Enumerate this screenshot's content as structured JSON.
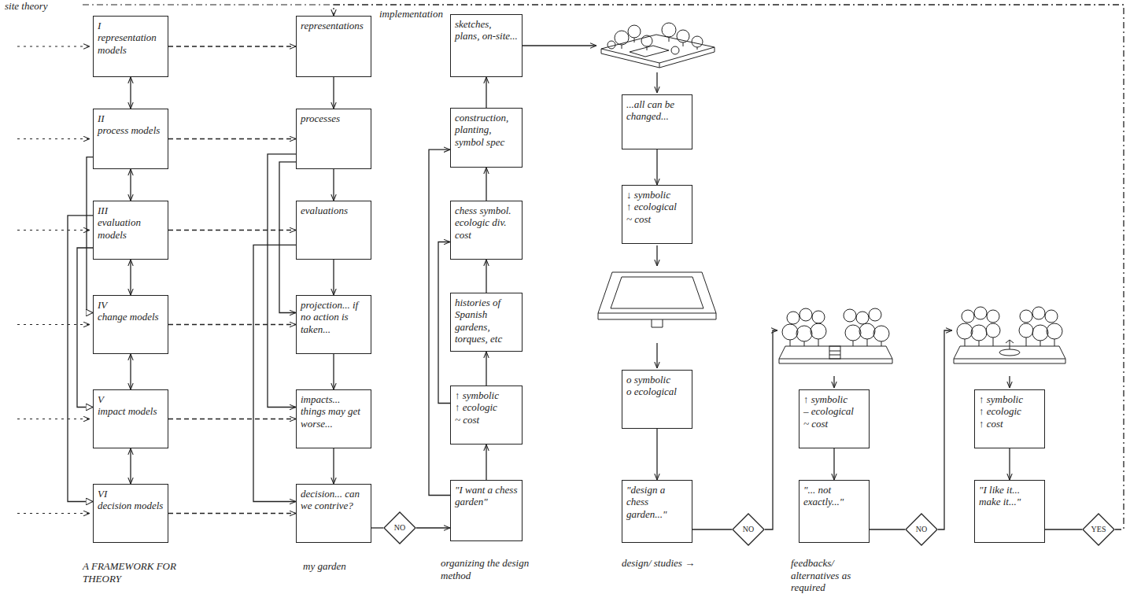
{
  "diagram": {
    "nodes": [
      {
        "text": [
          "I",
          "representation models"
        ]
      },
      {
        "text": [
          "II",
          "process models"
        ]
      },
      {
        "text": [
          "III",
          "evaluation models"
        ]
      },
      {
        "text": [
          "IV",
          "change models"
        ]
      },
      {
        "text": [
          "V",
          "impact models"
        ]
      },
      {
        "text": [
          "VI",
          "decision models"
        ]
      },
      {
        "text": [
          "representations"
        ]
      },
      {
        "text": [
          "processes"
        ]
      },
      {
        "text": [
          "evaluations"
        ]
      },
      {
        "text": [
          "projection... if no action is taken..."
        ]
      },
      {
        "text": [
          "impacts... things may get worse..."
        ]
      },
      {
        "text": [
          "decision... can we contrive?"
        ]
      },
      {
        "text": [
          "NO"
        ]
      },
      {
        "text": [
          "sketches, plans, on-site..."
        ]
      },
      {
        "text": [
          "construction, planting, symbol spec"
        ]
      },
      {
        "text": [
          "chess symbol. ecologic div. cost"
        ]
      },
      {
        "text": [
          "histories of Spanish gardens, torques, etc"
        ]
      },
      {
        "text": [
          "↑ symbolic",
          "↑ ecologic",
          "~ cost"
        ]
      },
      {
        "text": [
          "\"I want a chess garden\""
        ]
      },
      {
        "text": [
          "...all can be changed..."
        ]
      },
      {
        "text": [
          "↓ symbolic",
          "↑ ecological",
          "~ cost"
        ]
      },
      {
        "text": [
          "o symbolic",
          "o ecological"
        ]
      },
      {
        "text": [
          "\"design a chess garden...\""
        ]
      },
      {
        "text": [
          "NO"
        ]
      },
      {
        "text": [
          "↑ symbolic",
          "– ecological",
          "~ cost"
        ]
      },
      {
        "text": [
          "\"... not exactly...\""
        ]
      },
      {
        "text": [
          "NO"
        ]
      },
      {
        "text": [
          "↑ symbolic",
          "↑ ecologic",
          "↑ cost"
        ]
      },
      {
        "text": [
          "\"I like it... make it...\""
        ]
      },
      {
        "text": [
          "YES"
        ]
      }
    ],
    "edges": [
      {
        "from": 0,
        "to": 1,
        "arrow": "both"
      },
      {
        "from": 1,
        "to": 2,
        "arrow": "both"
      },
      {
        "from": 2,
        "to": 3,
        "arrow": "both"
      },
      {
        "from": 3,
        "to": 4,
        "arrow": "both"
      },
      {
        "from": 4,
        "to": 5,
        "arrow": "both"
      },
      {
        "from": 1,
        "to": 3,
        "arrow": "to"
      },
      {
        "from": 2,
        "to": 4,
        "arrow": "to"
      },
      {
        "from": 2,
        "to": 5,
        "arrow": "to"
      },
      {
        "from": 0,
        "to": 6,
        "arrow": "to"
      },
      {
        "from": 1,
        "to": 7,
        "arrow": "to"
      },
      {
        "from": 2,
        "to": 8,
        "arrow": "to"
      },
      {
        "from": 3,
        "to": 9,
        "arrow": "to"
      },
      {
        "from": 4,
        "to": 10,
        "arrow": "to"
      },
      {
        "from": 5,
        "to": 11,
        "arrow": "to"
      },
      {
        "from": 6,
        "to": 7,
        "arrow": "to"
      },
      {
        "from": 7,
        "to": 8,
        "arrow": "to"
      },
      {
        "from": 8,
        "to": 9,
        "arrow": "to"
      },
      {
        "from": 9,
        "to": 10,
        "arrow": "to"
      },
      {
        "from": 10,
        "to": 11,
        "arrow": "to"
      },
      {
        "from": 7,
        "to": 9,
        "arrow": "to"
      },
      {
        "from": 7,
        "to": 10,
        "arrow": "to"
      },
      {
        "from": 8,
        "to": 11,
        "arrow": "to"
      },
      {
        "from": 11,
        "to": 12,
        "arrow": "none"
      },
      {
        "from": 12,
        "to": 18,
        "arrow": "to"
      },
      {
        "from": 18,
        "to": 17,
        "arrow": "to"
      },
      {
        "from": 17,
        "to": 16,
        "arrow": "to"
      },
      {
        "from": 16,
        "to": 15,
        "arrow": "to"
      },
      {
        "from": 15,
        "to": 14,
        "arrow": "to"
      },
      {
        "from": 14,
        "to": 13,
        "arrow": "to"
      },
      {
        "from": 18,
        "to": 14,
        "arrow": "to"
      },
      {
        "from": 17,
        "to": 15,
        "arrow": "to"
      },
      {
        "from": 19,
        "to": 20,
        "arrow": "to"
      },
      {
        "from": 21,
        "to": 22,
        "arrow": "to"
      },
      {
        "from": 22,
        "to": 23,
        "arrow": "none"
      },
      {
        "from": 24,
        "to": 25,
        "arrow": "to"
      },
      {
        "from": 25,
        "to": 26,
        "arrow": "none"
      },
      {
        "from": 27,
        "to": 28,
        "arrow": "to"
      },
      {
        "from": 28,
        "to": 29,
        "arrow": "none"
      },
      {
        "from": 29,
        "to": 6,
        "arrow": "to",
        "label": "implementation"
      }
    ],
    "labels": [
      "site theory",
      "A FRAMEWORK FOR THEORY",
      "my garden",
      "organizing the design method",
      "design/ studies →",
      "feedbacks/ alternatives as required"
    ]
  }
}
